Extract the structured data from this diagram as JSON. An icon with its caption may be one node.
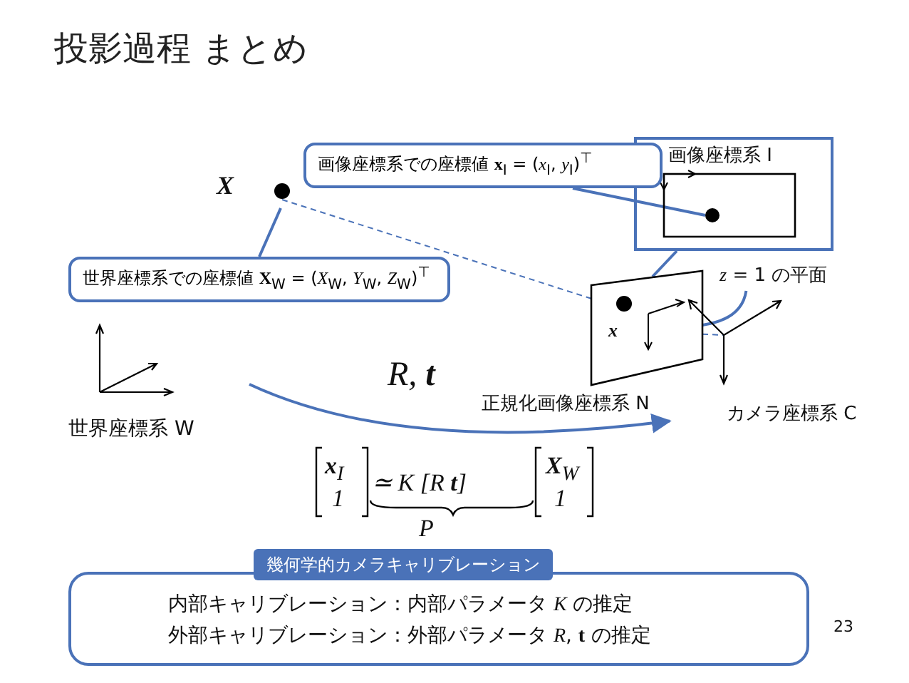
{
  "diagram": {
    "title": "投影過程 まとめ",
    "nodes": [
      {
        "text": [
          "画像座標系での座標値 **x**$_{I}$ = (*x*$_{I}$, *y*$_{I}$)$^{⊤}$"
        ]
      },
      {
        "text": [
          "世界座標系での座標値 **X**$_{W}$ = (*X*$_{W}$, *Y*$_{W}$, *Z*$_{W}$)$^{⊤}$"
        ]
      },
      {
        "text": [
          "X"
        ]
      },
      {
        "text": [
          "画像座標系 I"
        ]
      },
      {
        "text": [],
        "shape": "circle",
        "in": 3
      },
      {
        "text": [
          "x",
          "正規化画像座標系 N"
        ]
      },
      {
        "text": [
          "*z* = 1 の平面"
        ]
      },
      {
        "text": [
          "カメラ座標系 C"
        ]
      },
      {
        "text": [
          "世界座標系 W"
        ]
      },
      {
        "text": [
          "幾何学的カメラキャリブレーション",
          "内部キャリブレーション：内部パラメータ *K* の推定",
          "外部キャリブレーション：外部パラメータ *R*, **t** の推定"
        ]
      }
    ],
    "edges": [
      {
        "from": 0,
        "to": 4,
        "arrow": "none"
      },
      {
        "from": 1,
        "to": 2,
        "arrow": "none"
      },
      {
        "from": 3,
        "to": 5,
        "arrow": "none"
      },
      {
        "from": 6,
        "to": 5,
        "arrow": "none"
      },
      {
        "from": 2,
        "to": 5,
        "arrow": "none",
        "style": "dashed"
      },
      {
        "from": 5,
        "to": 7,
        "arrow": "none",
        "style": "dashed"
      },
      {
        "from": 8,
        "to": 7,
        "arrow": "to",
        "label": "*R*, **t**"
      }
    ],
    "labels": [
      "**x**$_{I}$",
      "1",
      "≃ *K* [*R* **t**]",
      "**X**$_{W}$",
      "1",
      "*P*",
      "23"
    ]
  }
}
